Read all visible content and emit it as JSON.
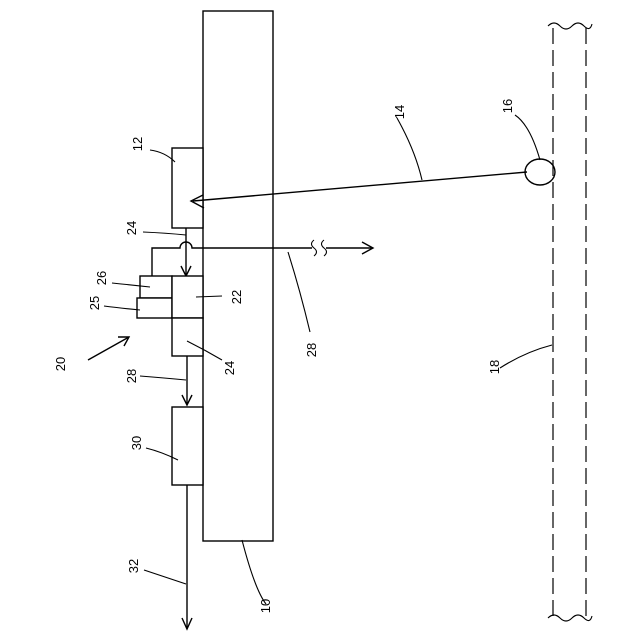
{
  "labels": {
    "ref_10": "10",
    "ref_12": "12",
    "ref_14": "14",
    "ref_16": "16",
    "ref_18": "18",
    "ref_20": "20",
    "ref_22": "22",
    "ref_24_upper": "24",
    "ref_24_lower": "24",
    "ref_25": "25",
    "ref_26": "26",
    "ref_28_left": "28",
    "ref_28_right": "28",
    "ref_30": "30",
    "ref_32": "32"
  }
}
